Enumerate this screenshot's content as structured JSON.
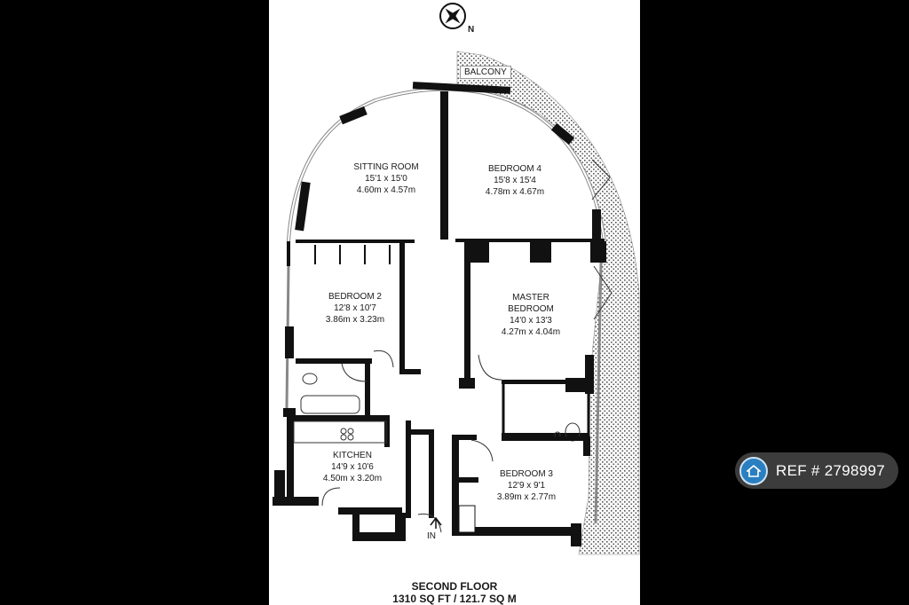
{
  "compass": {
    "north_label": "N"
  },
  "balcony_label": "BALCONY",
  "entrance_label": "IN",
  "rooms": {
    "sitting": {
      "name": "SITTING ROOM",
      "imperial": "15'1 x 15'0",
      "metric": "4.60m x 4.57m"
    },
    "bedroom4": {
      "name": "BEDROOM 4",
      "imperial": "15'8 x 15'4",
      "metric": "4.78m x 4.67m"
    },
    "bedroom2": {
      "name": "BEDROOM 2",
      "imperial": "12'8 x 10'7",
      "metric": "3.86m x 3.23m"
    },
    "master": {
      "name_line1": "MASTER",
      "name_line2": "BEDROOM",
      "imperial": "14'0 x 13'3",
      "metric": "4.27m x 4.04m"
    },
    "kitchen": {
      "name": "KITCHEN",
      "imperial": "14'9 x 10'6",
      "metric": "4.50m x 3.20m"
    },
    "bedroom3": {
      "name": "BEDROOM 3",
      "imperial": "12'9 x 9'1",
      "metric": "3.89m x 2.77m"
    }
  },
  "footer": {
    "floor": "SECOND FLOOR",
    "area": "1310 SQ FT / 121.7 SQ M"
  },
  "ref_badge": {
    "text": "REF # 2798997",
    "icon": "home-icon"
  },
  "colors": {
    "wall": "#111111",
    "background": "#000000",
    "sheet": "#ffffff",
    "badge_accent": "#2a7fc0"
  }
}
